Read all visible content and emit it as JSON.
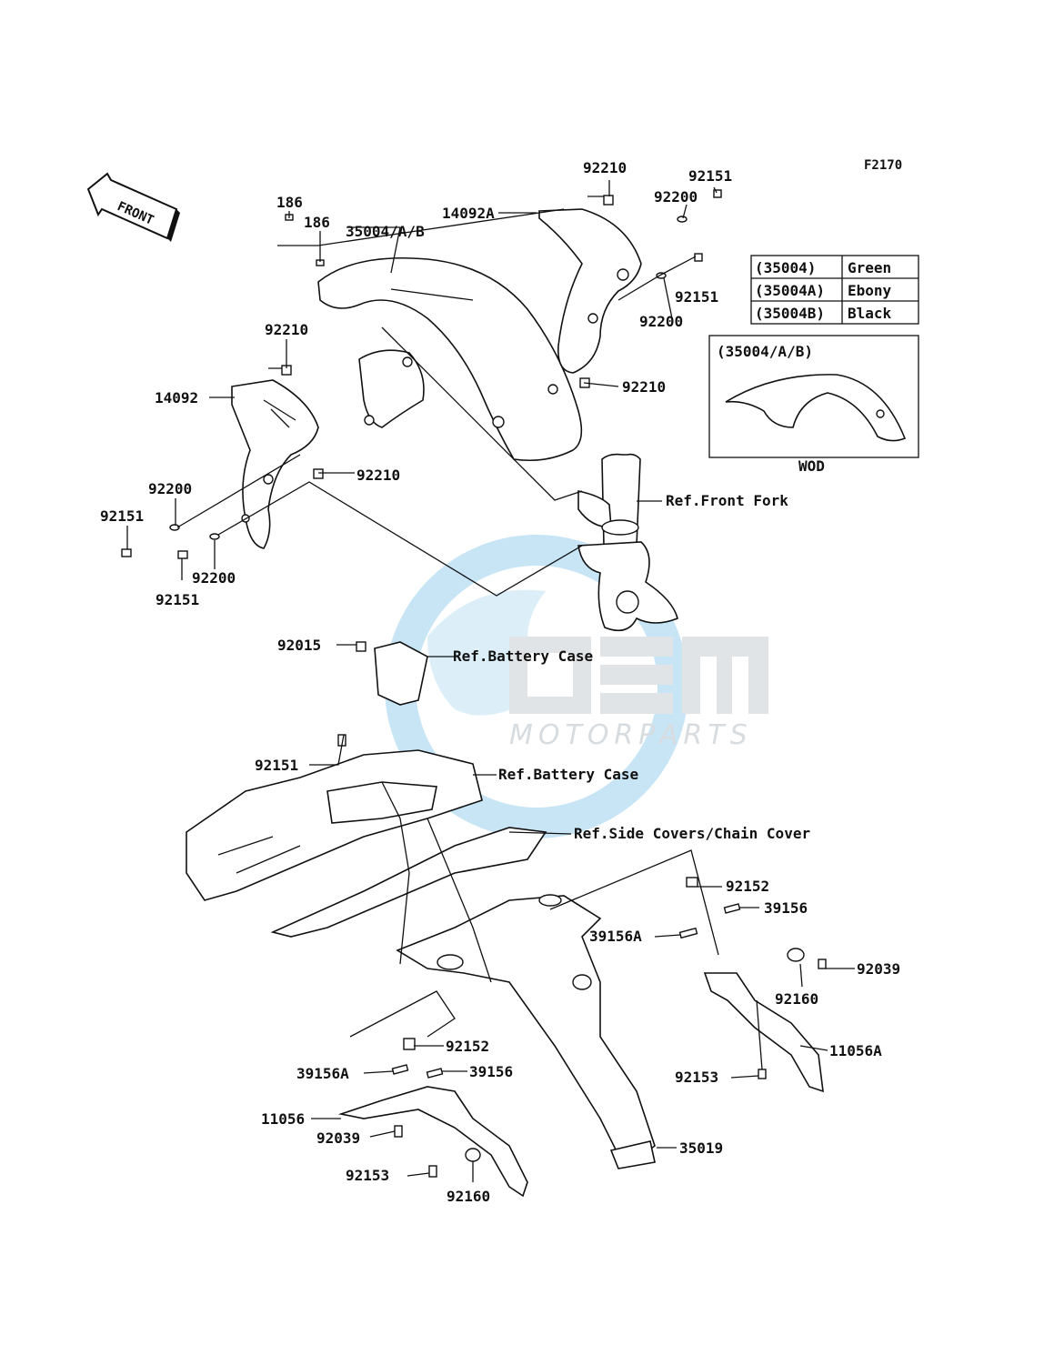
{
  "figure_code": "F2170",
  "front_label": "FRONT",
  "callouts": {
    "c186a": "186",
    "c186b": "186",
    "c35004": "35004/A/B",
    "c14092a": "14092A",
    "c92210_top": "92210",
    "c92151_tr": "92151",
    "c92200_tr": "92200",
    "c92151_tr2": "92151",
    "c92200_tr2": "92200",
    "c92210_r": "92210",
    "c92210_l": "92210",
    "c14092": "14092",
    "c92210_m": "92210",
    "c92200_l": "92200",
    "c92151_l": "92151",
    "c92151_l2": "92151",
    "c92200_l2": "92200",
    "ref_front_fork": "Ref.Front Fork",
    "c92015": "92015",
    "ref_battery_1": "Ref.Battery Case",
    "c92151_m": "92151",
    "ref_battery_2": "Ref.Battery Case",
    "ref_side_covers": "Ref.Side Covers/Chain Cover",
    "c92152_r": "92152",
    "c39156_r": "39156",
    "c39156a_r": "39156A",
    "c92039_r": "92039",
    "c92160_r": "92160",
    "c11056a": "11056A",
    "c92153_r": "92153",
    "c92152_l": "92152",
    "c39156a_l": "39156A",
    "c39156_l": "39156",
    "c11056": "11056",
    "c92039_l": "92039",
    "c35019": "35019",
    "c92153_l": "92153",
    "c92160_l": "92160"
  },
  "color_table": [
    {
      "code": "(35004)",
      "color": "Green"
    },
    {
      "code": "(35004A)",
      "color": "Ebony"
    },
    {
      "code": "(35004B)",
      "color": "Black"
    }
  ],
  "inset": {
    "title": "(35004/A/B)",
    "caption": "WOD"
  },
  "watermark": {
    "brand": "OEM",
    "sub": "MOTORPARTS",
    "color_main": "#4aa9e0",
    "color_grey": "#c9cfd4"
  }
}
